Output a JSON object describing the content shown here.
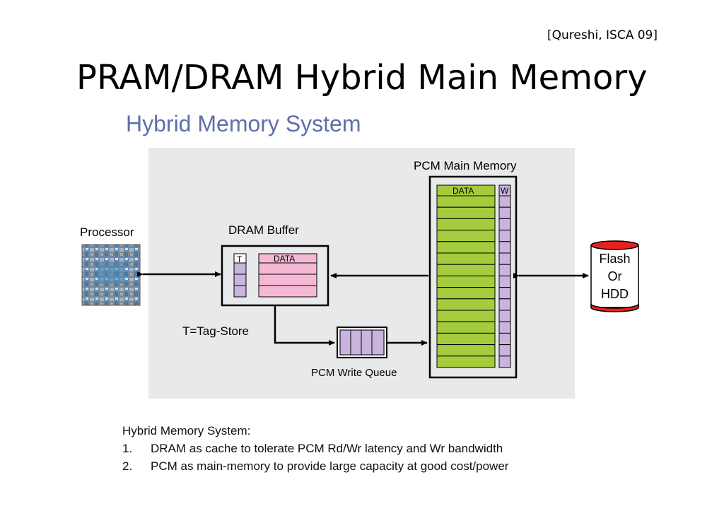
{
  "citation": "[Qureshi, ISCA 09]",
  "slide_title": "PRAM/DRAM Hybrid Main Memory",
  "figure_title": "Hybrid Memory System",
  "diagram": {
    "processor_label": "Processor",
    "dram_buffer_label": "DRAM Buffer",
    "dram_tag_header": "T",
    "dram_data_header": "DATA",
    "tag_store_label": "T=Tag-Store",
    "write_queue_label": "PCM Write Queue",
    "pcm_label": "PCM Main Memory",
    "pcm_data_header": "DATA",
    "pcm_w_header": "W",
    "storage_label_line1": "Flash",
    "storage_label_line2": "Or",
    "storage_label_line3": "HDD",
    "colors": {
      "panel_bg": "#e8e9ea",
      "dram_data": "#f4b8d4",
      "tag_store": "#c8b4dc",
      "pcm_data": "#a4cc3c",
      "storage_red": "#e8201e"
    }
  },
  "notes": {
    "heading": "Hybrid Memory System:",
    "items": [
      {
        "num": "1.",
        "text": "DRAM as cache to tolerate PCM Rd/Wr latency and Wr bandwidth"
      },
      {
        "num": "2.",
        "text": "PCM as main-memory to provide large capacity at good cost/power"
      }
    ]
  }
}
